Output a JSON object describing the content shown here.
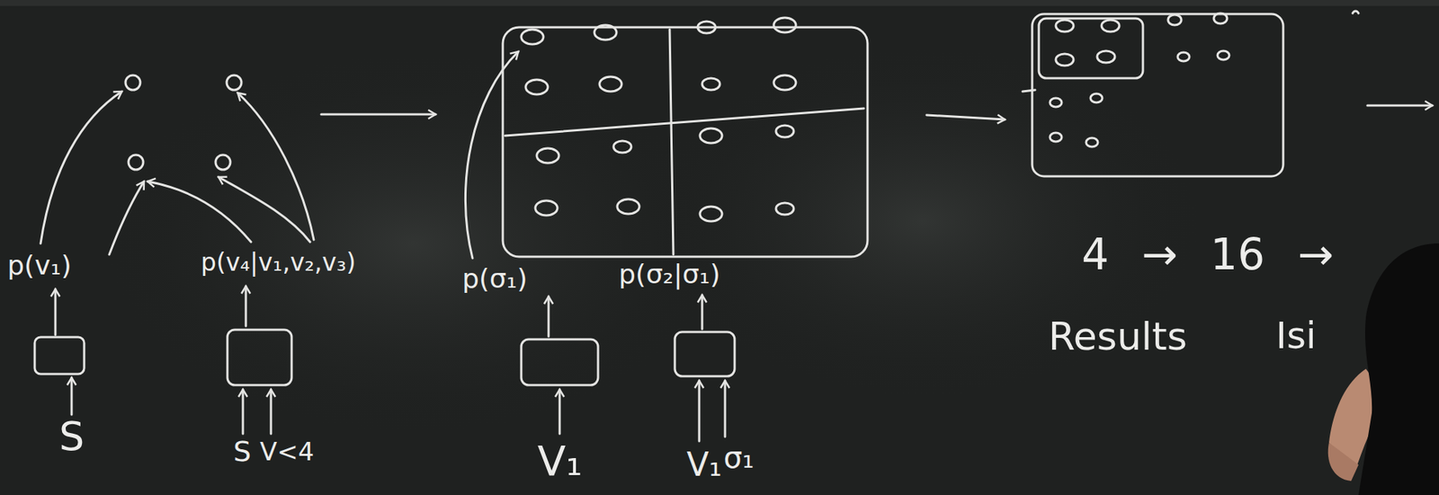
{
  "diagram": {
    "labels": [
      "p(v₁)",
      "S",
      "p(v₄|v₁,v₂,v₃)",
      "S",
      "V<4",
      "p(σ₁)",
      "p(σ₂|σ₁)",
      "V₁",
      "V₁",
      "σ₁",
      "4 → 16 →",
      "Results",
      "Isi"
    ]
  }
}
